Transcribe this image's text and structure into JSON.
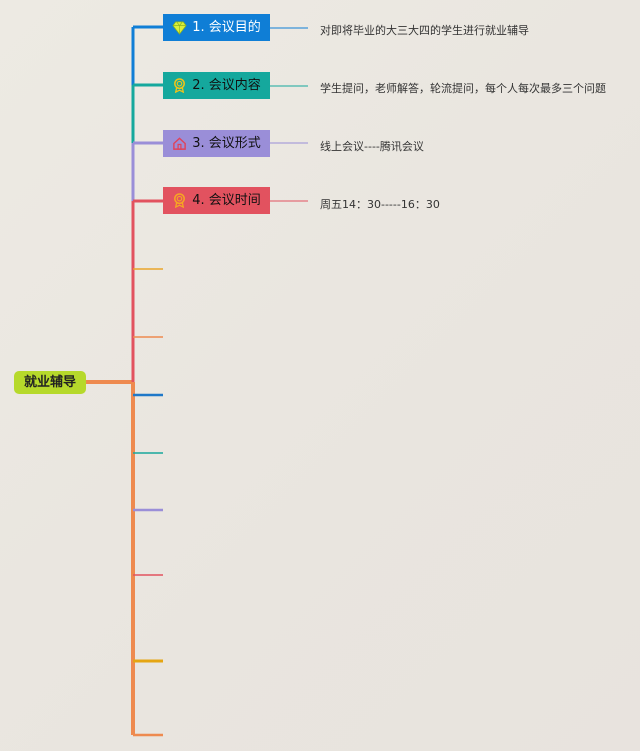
{
  "root": {
    "label": "就业辅导"
  },
  "topics": [
    {
      "label": "1. 会议目的",
      "icon": "diamond-icon",
      "color": "#0f7ed6",
      "note": "对即将毕业的大三大四的学生进行就业辅导"
    },
    {
      "label": "2. 会议内容",
      "icon": "award-ribbon-icon",
      "color": "#15a89d",
      "note": "学生提问，老师解答，轮流提问，每个人每次最多三个问题"
    },
    {
      "label": "3. 会议形式",
      "icon": "home-icon",
      "color": "#9a8ed8",
      "note": "线上会议----腾讯会议"
    },
    {
      "label": "4. 会议时间",
      "icon": "award-ribbon-icon",
      "color": "#e2525f",
      "note": "周五14：30-----16：30"
    }
  ],
  "empty_branch_colors": [
    "#e9a52a",
    "#ee8a4f",
    "#1f78c8",
    "#18a79c",
    "#9a8ed8",
    "#e2525f",
    "#e5a512",
    "#ee8a4f"
  ]
}
